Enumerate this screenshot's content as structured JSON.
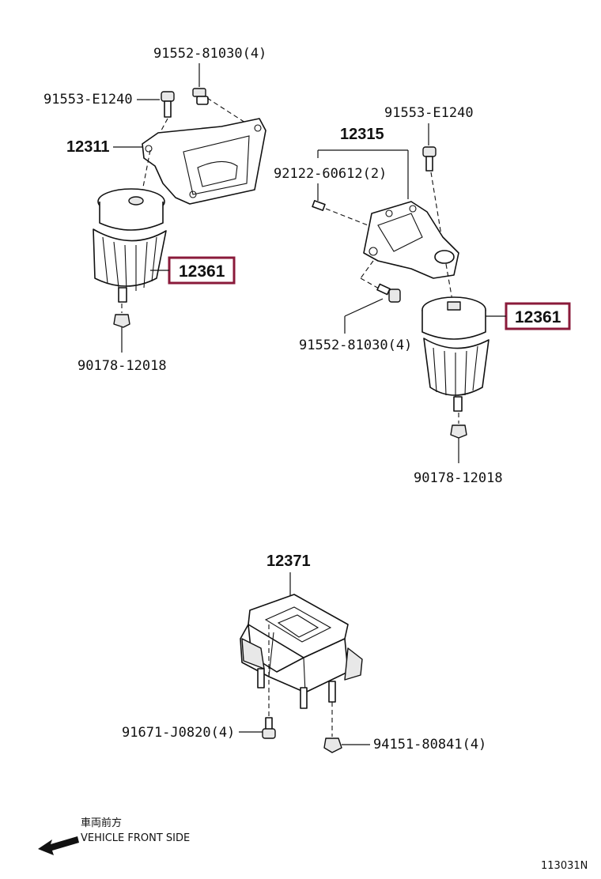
{
  "labels": {
    "bolt_top_left": "91552-81030(4)",
    "bolt_left_small": "91553-E1240",
    "bracket_left": "12311",
    "mount_left": "12361",
    "nut_left": "90178-12018",
    "bolt_right_top": "91553-E1240",
    "bracket_right": "12315",
    "stud_right": "92122-60612(2)",
    "bolt_right_mid": "91552-81030(4)",
    "mount_right": "12361",
    "nut_right": "90178-12018",
    "rear_mount": "12371",
    "bolt_rear": "91671-J0820(4)",
    "nut_rear": "94151-80841(4)"
  },
  "footer": {
    "direction_jp": "車両前方",
    "direction_en": "VEHICLE FRONT SIDE",
    "diagram_code": "113031N"
  },
  "colors": {
    "highlight_box": "#8a1a3a",
    "line": "#111111"
  }
}
